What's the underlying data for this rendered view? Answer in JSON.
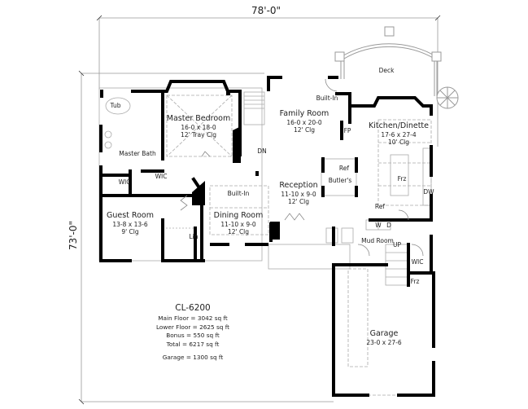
{
  "plan": {
    "code": "CL-6200",
    "dimensions": {
      "width": "78'-0\"",
      "depth": "73'-0\""
    },
    "areas": [
      {
        "label": "Main Floor = 3042 sq ft"
      },
      {
        "label": "Lower Floor = 2625 sq ft"
      },
      {
        "label": "Bonus = 550 sq ft"
      },
      {
        "label": "Total = 6217 sq ft"
      }
    ],
    "garage_area": "Garage = 1300 sq ft"
  },
  "rooms": {
    "master_bedroom": {
      "name": "Master Bedroom",
      "size": "16-0 x 18-0",
      "ceiling": "12' Tray Clg"
    },
    "family_room": {
      "name": "Family Room",
      "size": "16-0 x 20-0",
      "ceiling": "12' Clg"
    },
    "kitchen": {
      "name": "Kitchen/Dinette",
      "size": "17-6 x 27-4",
      "ceiling": "10' Clg"
    },
    "reception": {
      "name": "Reception",
      "size": "11-10 x 9-0",
      "ceiling": "12' Clg"
    },
    "dining_room": {
      "name": "Dining Room",
      "size": "11-10 x 9-0",
      "ceiling": "12' Clg"
    },
    "guest_room": {
      "name": "Guest Room",
      "size": "13-8 x 13-6",
      "ceiling": "9' Clg"
    },
    "garage": {
      "name": "Garage",
      "size": "23-0 x 27-6"
    }
  },
  "labels": {
    "deck": "Deck",
    "tub": "Tub",
    "master_bath": "Master Bath",
    "wic_bath": "WIC",
    "wic_bed": "WIC",
    "wic_mud": "WIC",
    "dn": "DN",
    "up": "UP",
    "built_in_family": "Built-In",
    "built_in_dining": "Built-In",
    "fp": "FP",
    "ref_butler": "Ref",
    "butlers": "Butler's",
    "frz_kitchen": "Frz",
    "frz_garage": "Frz",
    "dw": "DW",
    "ref_kitchen": "Ref",
    "washer": "W",
    "dryer": "D",
    "mud_room": "Mud Room",
    "lin": "Lin"
  }
}
